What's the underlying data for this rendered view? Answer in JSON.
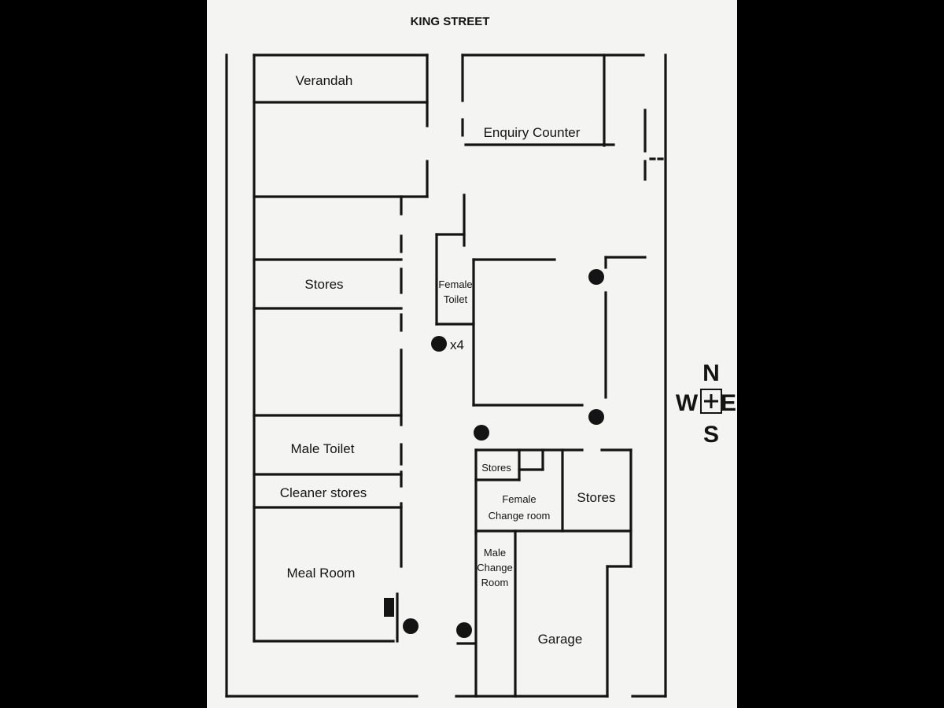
{
  "street": "KING STREET",
  "rooms": {
    "verandah": "Verandah",
    "enquiry_counter": "Enquiry Counter",
    "stores_west": "Stores",
    "female_toilet": [
      "Female",
      "Toilet"
    ],
    "male_toilet": "Male Toilet",
    "cleaner_stores": "Cleaner stores",
    "meal_room": "Meal Room",
    "stores_small": "Stores",
    "female_change_room": [
      "Female",
      "Change room"
    ],
    "stores_east": "Stores",
    "male_change_room": [
      "Male",
      "Change",
      "Room"
    ],
    "garage": "Garage"
  },
  "marker_multiplier": "x4",
  "compass": {
    "n": "N",
    "s": "S",
    "e": "E",
    "w": "W"
  }
}
